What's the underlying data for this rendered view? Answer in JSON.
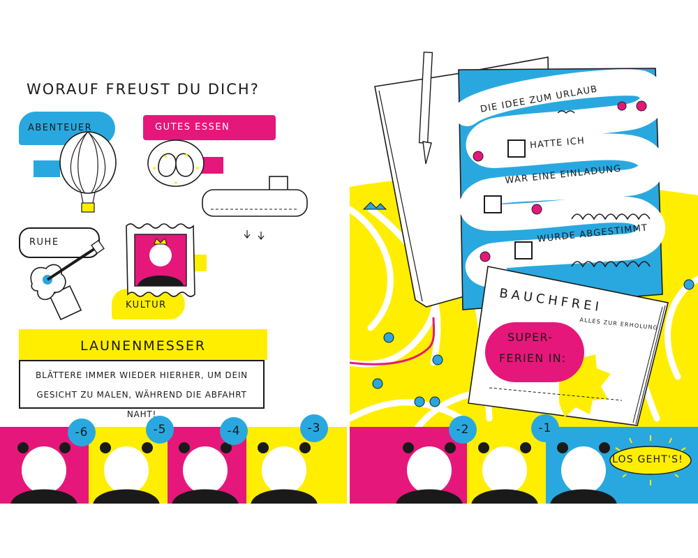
{
  "left_page": {
    "title": "WORAUF FREUST DU DICH?",
    "tags": {
      "abenteuer": "ABENTEUER",
      "gutes_essen": "GUTES ESSEN",
      "ruhe": "RUHE",
      "kultur": "KULTUR"
    },
    "launenmesser": {
      "title": "LAUNENMESSER",
      "line1": "BLÄTTERE IMMER WIEDER HIERHER, UM DEIN",
      "line2": "GESICHT ZU MALEN, WÄHREND DIE ABFAHRT NAHT!"
    },
    "countdown": [
      "-6",
      "-5",
      "-4",
      "-3"
    ]
  },
  "right_page": {
    "notebook": {
      "heading": "DIE IDEE ZUM URLAUB",
      "options": [
        "HATTE ICH",
        "WAR EINE EINLADUNG",
        "WURDE ABGESTIMMT"
      ]
    },
    "magazine": {
      "title": "BAUCHFREI",
      "subtitle": "ALLES ZUR ERHOLUNG",
      "badge_line1": "SUPER-",
      "badge_line2": "FERIEN IN:"
    },
    "countdown": [
      "-2",
      "-1"
    ],
    "go_text": "LOS GEHT'S!"
  },
  "colors": {
    "magenta": "#e6177a",
    "yellow": "#ffee00",
    "blue": "#29a8e0",
    "black": "#1a1a1a"
  }
}
